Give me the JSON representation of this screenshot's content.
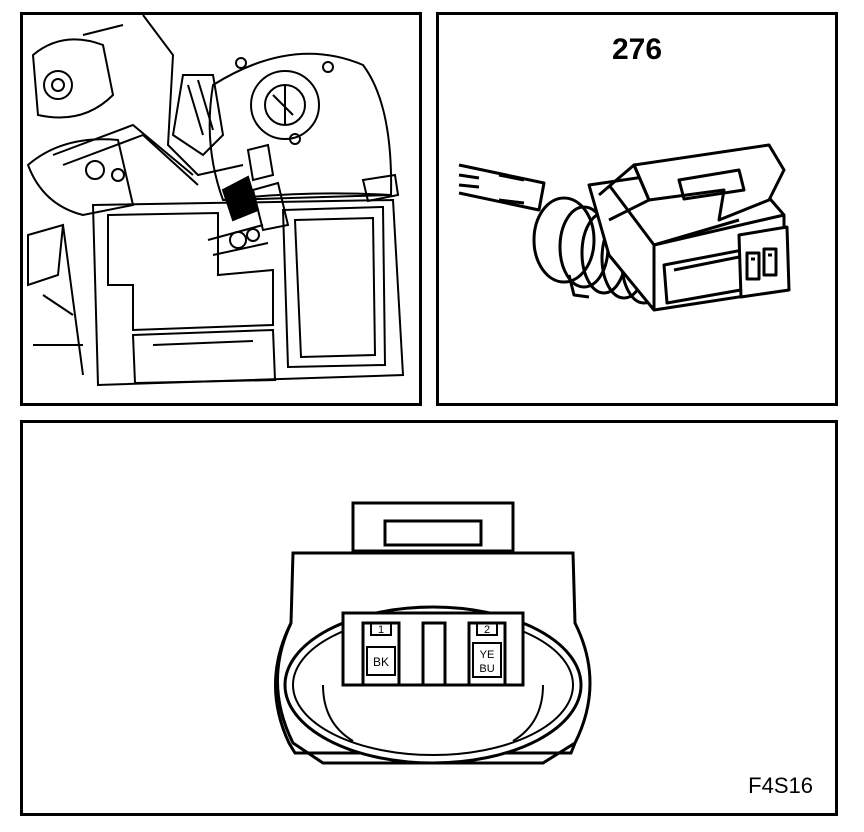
{
  "connector_callout": "276",
  "figure_code": "F4S16",
  "pins": [
    {
      "number": "1",
      "colors": [
        "BK"
      ]
    },
    {
      "number": "2",
      "colors": [
        "YE",
        "BU"
      ]
    }
  ]
}
